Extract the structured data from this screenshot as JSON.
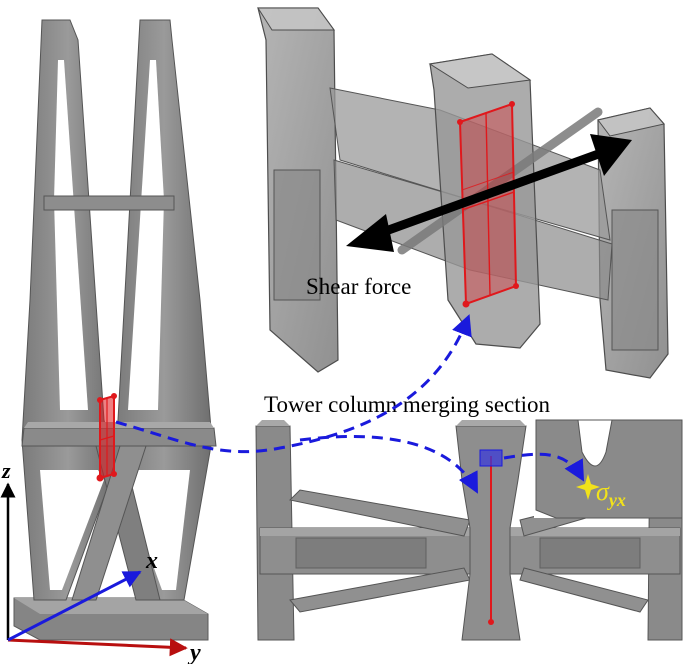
{
  "labels": {
    "shear_force": "Shear force",
    "merging_section": "Tower column merging section",
    "sigma": "σ",
    "sigma_sub": "yx"
  },
  "axes": {
    "x": "x",
    "y": "y",
    "z": "z"
  },
  "colors": {
    "concrete": "#8e8e8e",
    "concrete_dark": "#6f6f6f",
    "concrete_light": "#b5b5b5",
    "section_red": "#e0181c",
    "link_blue": "#1a1adc",
    "stress_yellow": "#f2e21a",
    "arrow_black": "#000000"
  },
  "icons": {
    "stress_marker": "four-point-star"
  }
}
